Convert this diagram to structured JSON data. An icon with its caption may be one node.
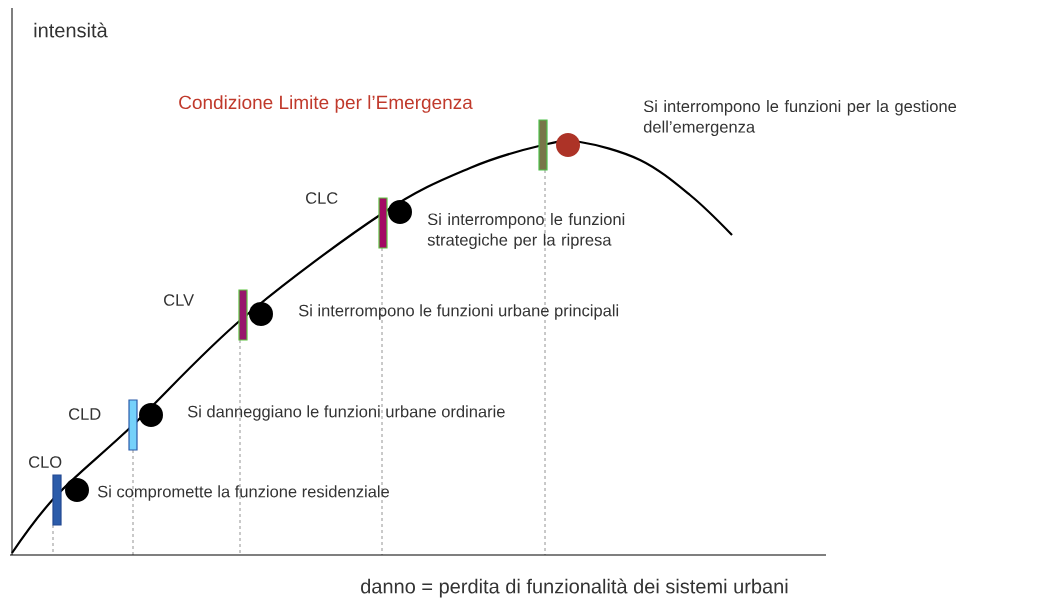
{
  "diagram": {
    "labels": [
      "intensità",
      "Condizione Limite per l’Emergenza",
      "Si interrompono le funzioni per la gestione dell’emergenza",
      "CLC",
      "Si interrompono le funzioni strategiche per la ripresa",
      "CLV",
      "Si interrompono le funzioni urbane principali",
      "CLD",
      "Si danneggiano le funzioni urbane ordinarie",
      "CLO",
      "Si compromette la funzione residenziale",
      "danno = perdita di funzionalità dei sistemi urbani"
    ]
  }
}
